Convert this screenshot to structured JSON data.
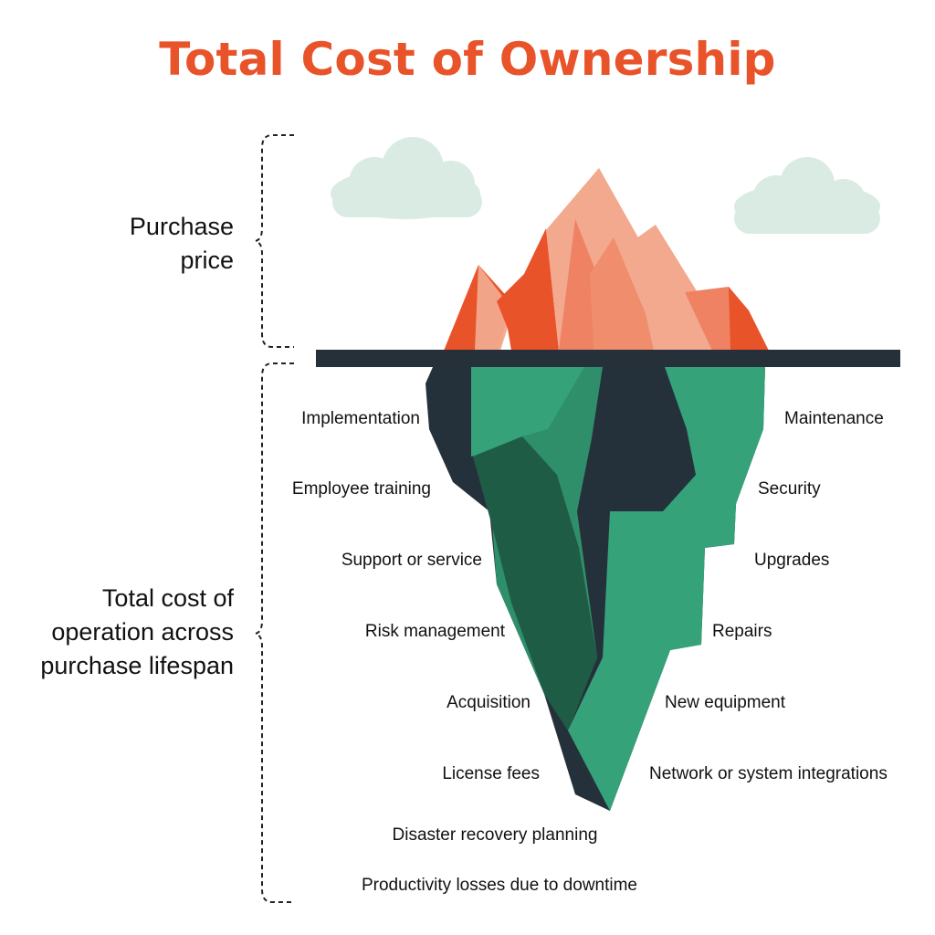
{
  "title": "Total Cost of Ownership",
  "colors": {
    "accent": "#e8532a",
    "water_line": "#263039",
    "underwater_dark": "#25313a",
    "underwater_green": "#2f8f6a",
    "underwater_green_light": "#35a27a",
    "peak_dark": "#e8532a",
    "peak_light": "#f2a98e",
    "cloud": "#d9ebe3"
  },
  "sections": {
    "above": [
      "Purchase",
      "price"
    ],
    "below": [
      "Total cost of",
      "operation across",
      "purchase lifespan"
    ]
  },
  "costs": {
    "left": [
      "Implementation",
      "Employee training",
      "Support or service",
      "Risk management",
      "Acquisition",
      "License fees"
    ],
    "right": [
      "Maintenance",
      "Security",
      "Upgrades",
      "Repairs",
      "New equipment",
      "Network or system integrations"
    ],
    "bottom": [
      "Disaster recovery planning",
      "Productivity losses due to downtime"
    ]
  }
}
